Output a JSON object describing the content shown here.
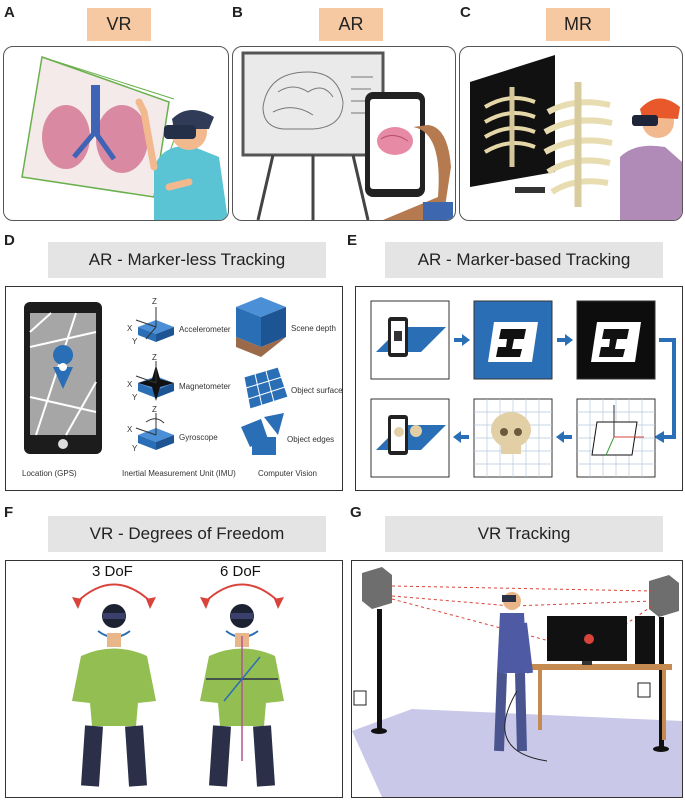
{
  "panels": {
    "A": {
      "letter": "A",
      "title": "VR"
    },
    "B": {
      "letter": "B",
      "title": "AR"
    },
    "C": {
      "letter": "C",
      "title": "MR"
    },
    "D": {
      "letter": "D",
      "title": "AR - Marker-less Tracking",
      "sensors": [
        "Accelerometer",
        "Magnetometer",
        "Gyroscope"
      ],
      "vision": [
        "Scene depth",
        "Object surface",
        "Object edges"
      ],
      "captions": [
        "Location (GPS)",
        "Inertial Measurement Unit (IMU)",
        "Computer Vision"
      ],
      "axes": {
        "x": "X",
        "y": "Y",
        "z": "Z"
      }
    },
    "E": {
      "letter": "E",
      "title": "AR - Marker-based Tracking"
    },
    "F": {
      "letter": "F",
      "title": "VR - Degrees of Freedom",
      "left": "3 DoF",
      "right": "6 DoF"
    },
    "G": {
      "letter": "G",
      "title": "VR Tracking"
    }
  },
  "colors": {
    "orange_tag": "#f6c9a2",
    "gray_tag": "#e4e4e4",
    "ar_blue": "#2a6fb5",
    "shirt": "#93bf52",
    "pants": "#2b3048",
    "red_arrow": "#d9443a"
  }
}
